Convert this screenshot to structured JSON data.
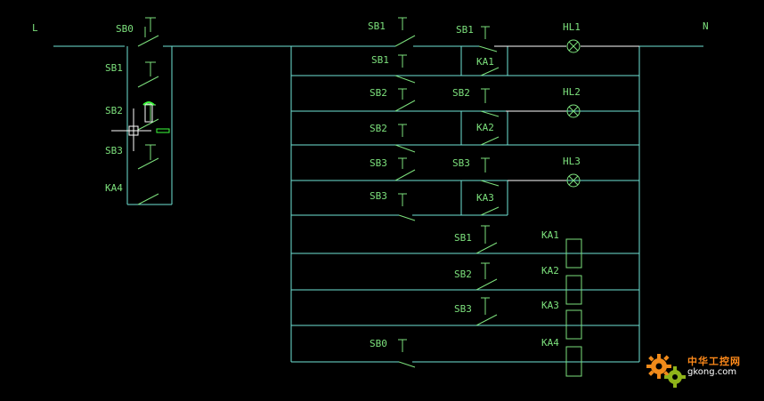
{
  "labels": {
    "line": "L",
    "neutral": "N",
    "col1": [
      "SB0",
      "SB1",
      "SB2",
      "SB3",
      "KA4"
    ],
    "col2": [
      "SB1",
      "SB1",
      "SB2",
      "SB2",
      "SB3",
      "SB3",
      "SB0"
    ],
    "col3": [
      "SB1",
      "SB2",
      "SB3",
      "SB1",
      "SB2",
      "SB3"
    ],
    "col3_ka": [
      "KA1",
      "KA2",
      "KA3"
    ],
    "lamps": [
      "HL1",
      "HL2",
      "HL3"
    ],
    "coils": [
      "KA1",
      "KA2",
      "KA3",
      "KA4"
    ]
  },
  "colors": {
    "background": "#000000",
    "wire": "#6fe3d6",
    "component": "#7ce07c",
    "logo_text": "#ff8a1a"
  },
  "logo": {
    "icon": "gear-icon",
    "text_cn": "中华工控网",
    "text_en": "gkong.com"
  }
}
